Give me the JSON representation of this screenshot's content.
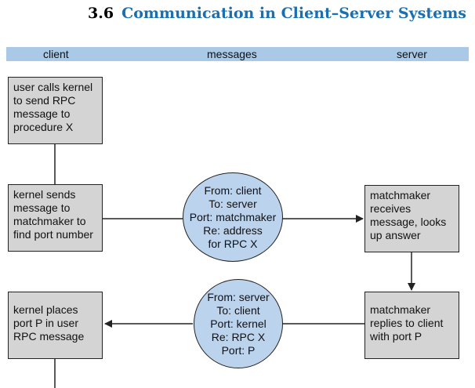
{
  "header": {
    "section_number": "3.6",
    "title": "Communication in Client–Server Systems"
  },
  "columns": {
    "client": "client",
    "messages": "messages",
    "server": "server"
  },
  "boxes": {
    "user_call": [
      "user calls kernel",
      "to send RPC",
      "message to",
      "procedure X"
    ],
    "kernel_send": [
      "kernel sends",
      "message to",
      "matchmaker to",
      "find port number"
    ],
    "matchmaker_receive": [
      "matchmaker",
      "receives",
      "message, looks",
      "up answer"
    ],
    "matchmaker_reply": [
      "matchmaker",
      "replies to client",
      "with port P"
    ],
    "kernel_place": [
      "kernel places",
      "port P in user",
      "RPC message"
    ]
  },
  "messages": {
    "request": [
      "From: client",
      "To: server",
      "Port: matchmaker",
      "Re: address",
      "for RPC X"
    ],
    "reply": [
      "From: server",
      "To: client",
      "Port: kernel",
      "Re: RPC X",
      "Port: P"
    ]
  }
}
